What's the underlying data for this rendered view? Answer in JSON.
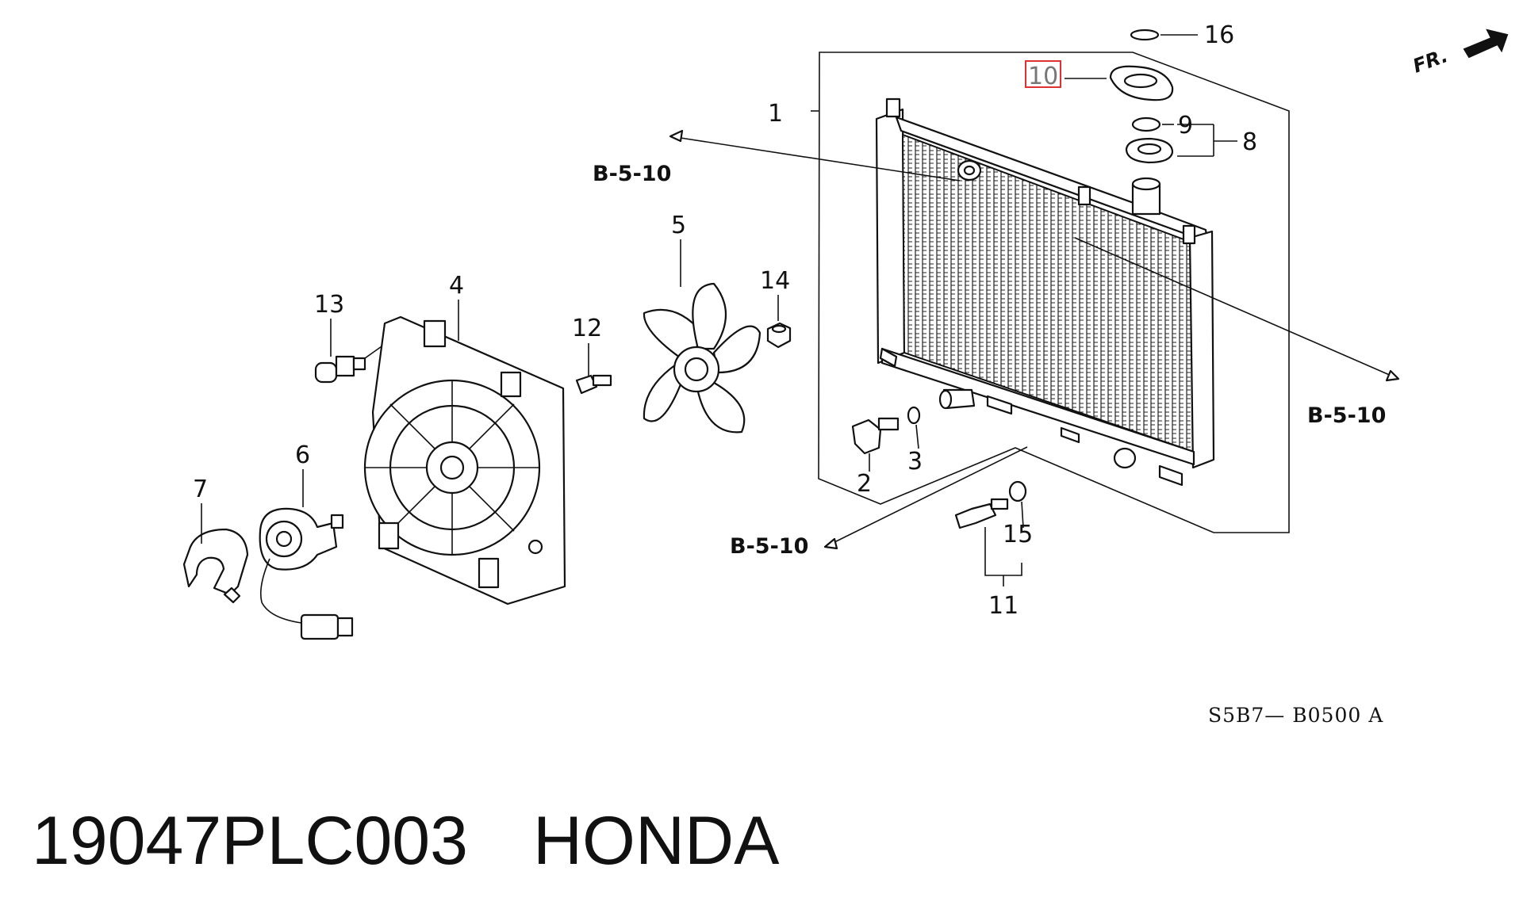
{
  "callouts": {
    "c1": "1",
    "c2": "2",
    "c3": "3",
    "c4": "4",
    "c5": "5",
    "c6": "6",
    "c7": "7",
    "c8": "8",
    "c9": "9",
    "c10": "10",
    "c11": "11",
    "c12": "12",
    "c13": "13",
    "c14": "14",
    "c15": "15",
    "c16": "16"
  },
  "highlighted_callout": "10",
  "highlight_color": "#e03030",
  "references": {
    "ref_top_left": "B-5-10",
    "ref_right": "B-5-10",
    "ref_bottom": "B-5-10"
  },
  "direction_label": "FR.",
  "diagram_code": "S5B7— B0500 A",
  "caption": {
    "part_number": "19047PLC003",
    "brand": "HONDA"
  }
}
